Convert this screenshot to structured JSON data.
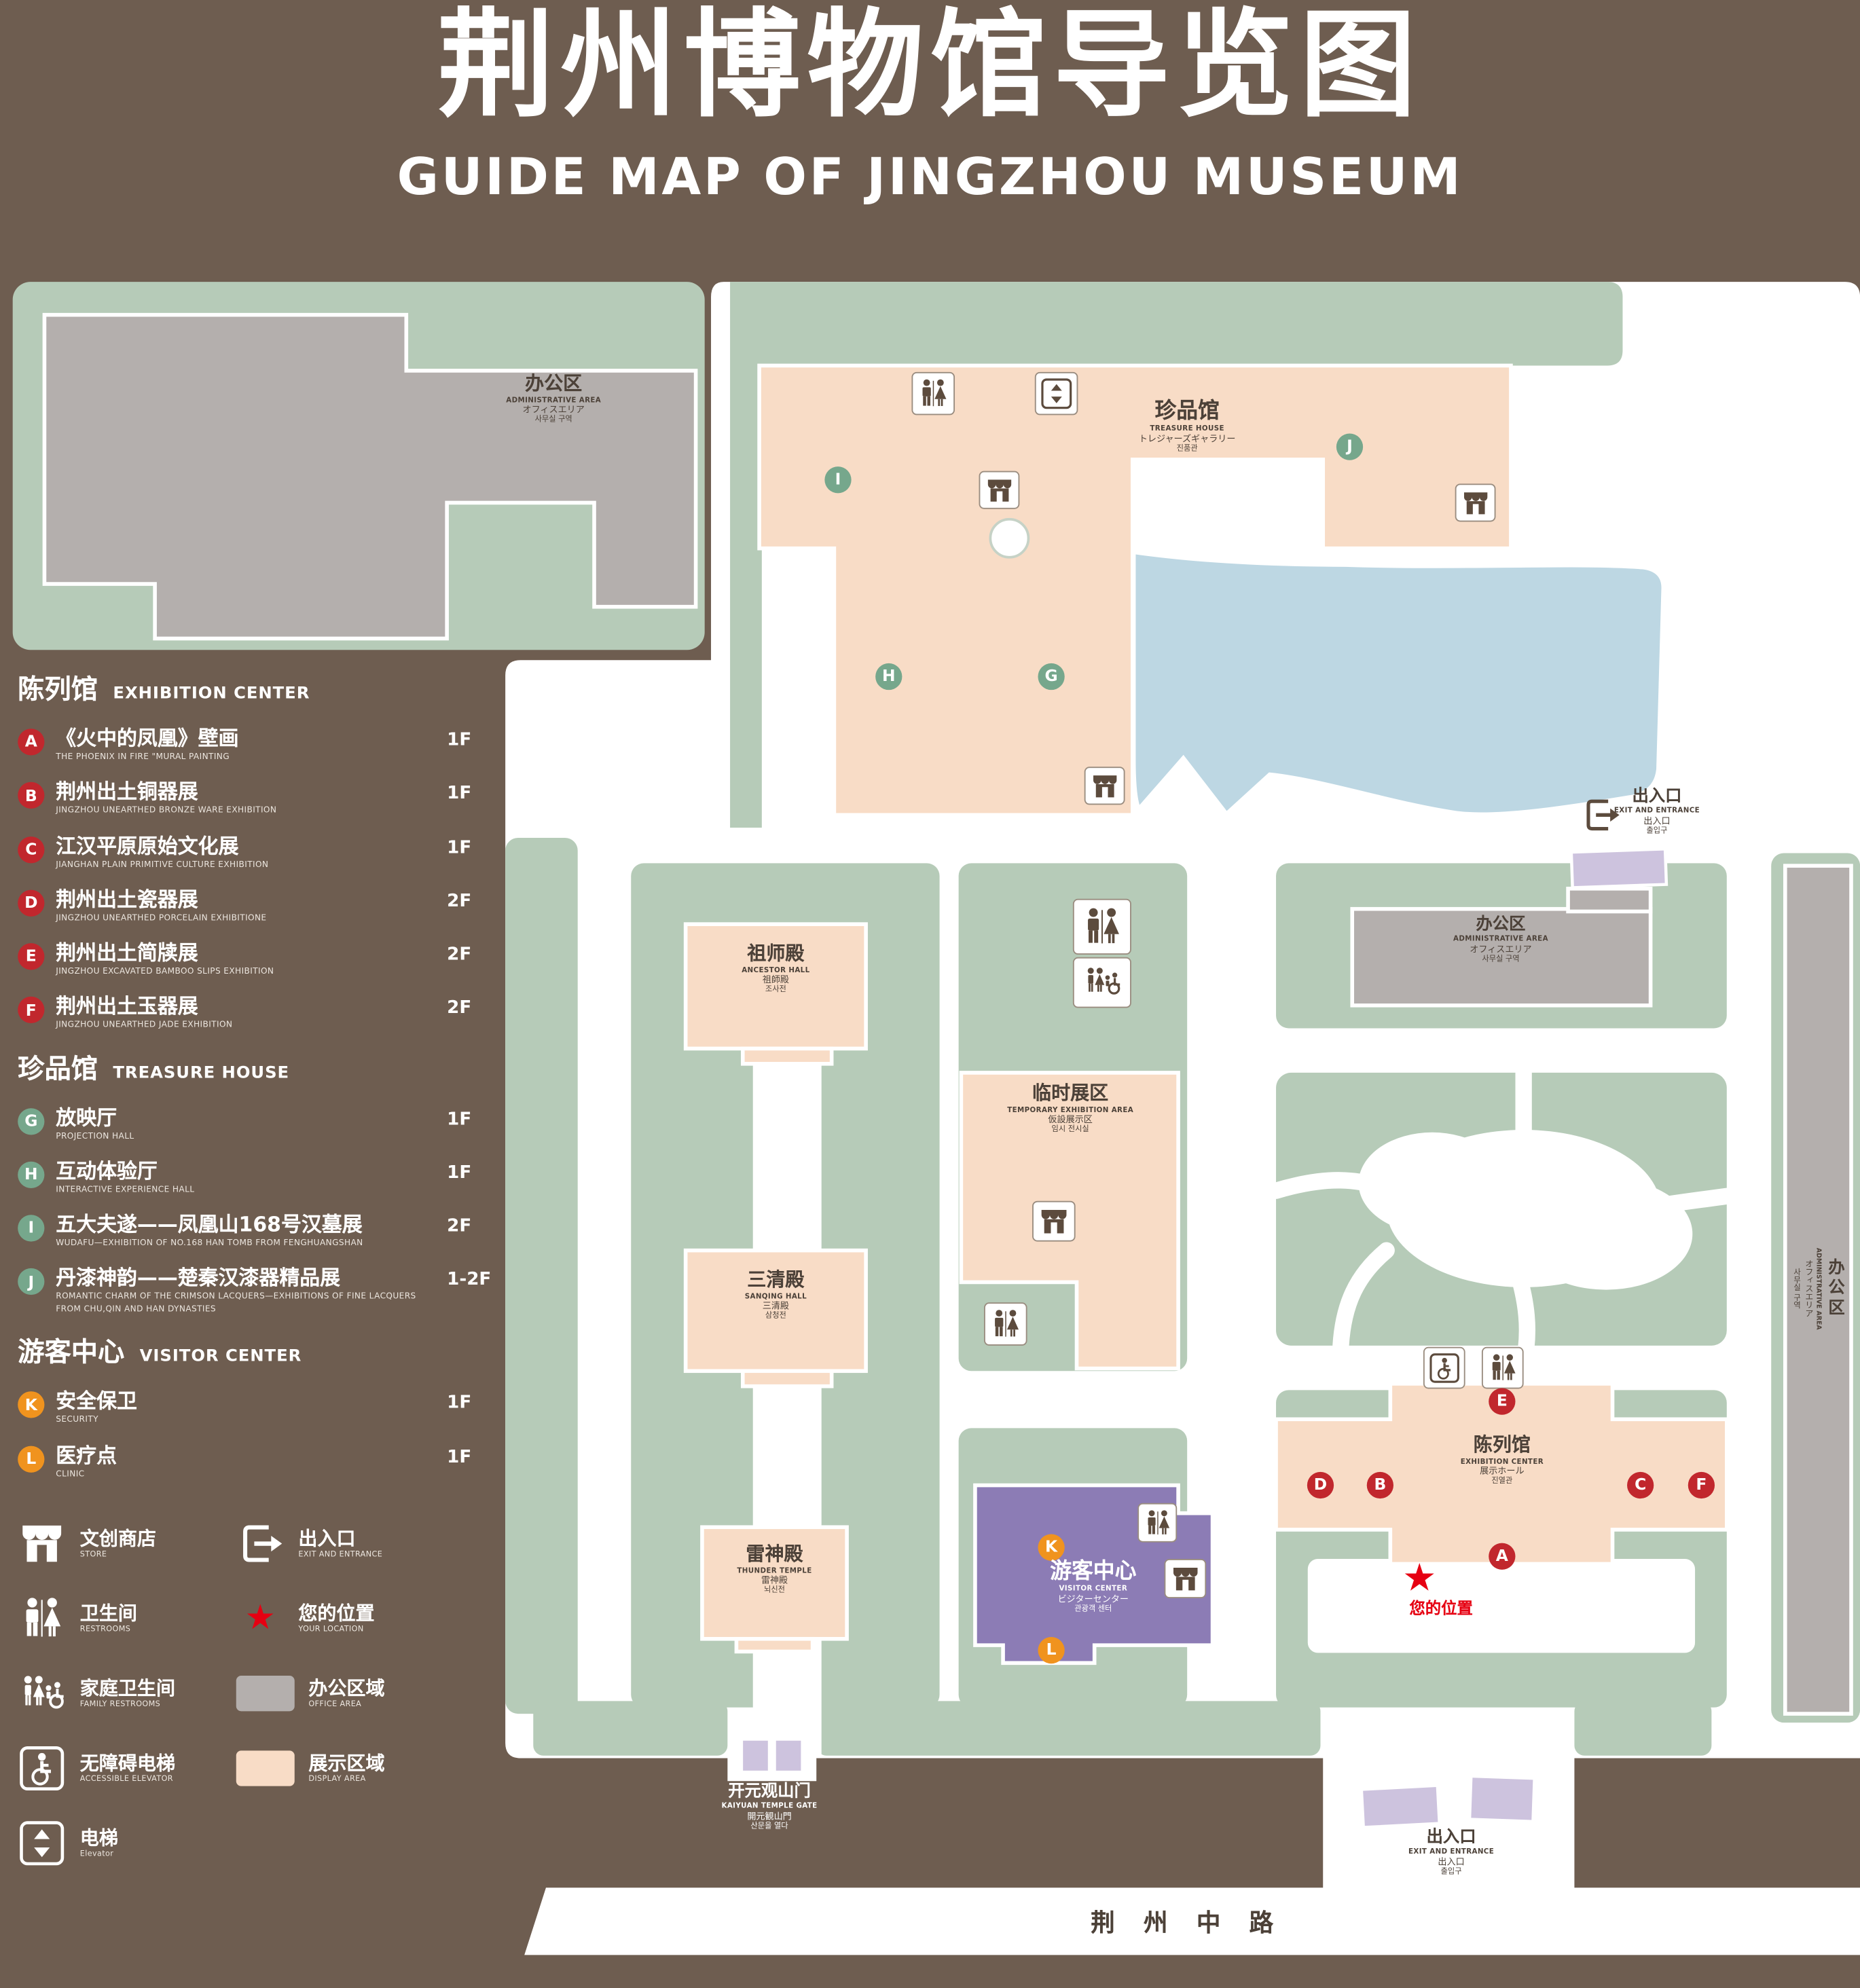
{
  "header": {
    "title": "荆州博物馆导览图",
    "subtitle": "GUIDE MAP OF JINGZHOU MUSEUM"
  },
  "colors": {
    "background": "#6e5d50",
    "lawn": "#b6cbb8",
    "display_area": "#f8dcc6",
    "office_area": "#b4afad",
    "lake": "#bdd7e3",
    "visitor_center": "#8c7cb5",
    "gate_lavender": "#cdc3de",
    "marker_red": "#c1272d",
    "marker_green": "#76a78c",
    "marker_orange": "#f0931e",
    "location_red": "#e60012",
    "label_dark": "#4c4138"
  },
  "icons": {
    "star": "★"
  },
  "legend": {
    "sections": [
      {
        "zh": "陈列馆",
        "en": "EXHIBITION CENTER",
        "items": [
          {
            "letter": "A",
            "zh": "《火中的凤凰》壁画",
            "en": "THE PHOENIX IN FIRE \"MURAL PAINTING",
            "floor": "1F"
          },
          {
            "letter": "B",
            "zh": "荆州出土铜器展",
            "en": "JINGZHOU UNEARTHED BRONZE WARE EXHIBITION",
            "floor": "1F"
          },
          {
            "letter": "C",
            "zh": "江汉平原原始文化展",
            "en": "JIANGHAN PLAIN PRIMITIVE CULTURE EXHIBITION",
            "floor": "1F"
          },
          {
            "letter": "D",
            "zh": "荆州出土瓷器展",
            "en": "JINGZHOU UNEARTHED PORCELAIN EXHIBITIONE",
            "floor": "2F"
          },
          {
            "letter": "E",
            "zh": "荆州出土简牍展",
            "en": "JINGZHOU EXCAVATED BAMBOO SLIPS EXHIBITION",
            "floor": "2F"
          },
          {
            "letter": "F",
            "zh": "荆州出土玉器展",
            "en": "JINGZHOU UNEARTHED JADE EXHIBITION",
            "floor": "2F"
          }
        ]
      },
      {
        "zh": "珍品馆",
        "en": "TREASURE HOUSE",
        "items": [
          {
            "letter": "G",
            "zh": "放映厅",
            "en": "PROJECTION HALL",
            "floor": "1F"
          },
          {
            "letter": "H",
            "zh": "互动体验厅",
            "en": "INTERACTIVE EXPERIENCE HALL",
            "floor": "1F"
          },
          {
            "letter": "I",
            "zh": "五大夫遂——凤凰山168号汉墓展",
            "en": "WUDAFU—EXHIBITION OF NO.168 HAN TOMB FROM FENGHUANGSHAN",
            "floor": "2F"
          },
          {
            "letter": "J",
            "zh": "丹漆神韵——楚秦汉漆器精品展",
            "en": "ROMANTIC CHARM OF THE CRIMSON LACQUERS—EXHIBITIONS OF FINE LACQUERS FROM CHU,QIN AND HAN DYNASTIES",
            "floor": "1-2F"
          }
        ]
      },
      {
        "zh": "游客中心",
        "en": "VISITOR CENTER",
        "items": [
          {
            "letter": "K",
            "zh": "安全保卫",
            "en": "SECURITY",
            "floor": "1F"
          },
          {
            "letter": "L",
            "zh": "医疗点",
            "en": "CLINIC",
            "floor": "1F"
          }
        ]
      }
    ],
    "symbols": {
      "store": {
        "zh": "文创商店",
        "en": "STORE"
      },
      "exit": {
        "zh": "出入口",
        "en": "EXIT AND ENTRANCE"
      },
      "restroom": {
        "zh": "卫生间",
        "en": "RESTROOMS"
      },
      "location": {
        "zh": "您的位置",
        "en": "YOUR LOCATION"
      },
      "family_restroom": {
        "zh": "家庭卫生间",
        "en": "FAMILY RESTROOMS"
      },
      "office": {
        "zh": "办公区域",
        "en": "OFFICE AREA"
      },
      "accessible_elevator": {
        "zh": "无障碍电梯",
        "en": "ACCESSIBLE ELEVATOR"
      },
      "display": {
        "zh": "展示区域",
        "en": "DISPLAY AREA"
      },
      "elevator": {
        "zh": "电梯",
        "en": "Elevator"
      }
    }
  },
  "map": {
    "labels": {
      "admin_nw": {
        "zh": "办公区",
        "en": "ADMINISTRATIVE AREA",
        "ja": "オフィスエリア",
        "ko": "사무실 구역"
      },
      "treasure": {
        "zh": "珍品馆",
        "en": "TREASURE HOUSE",
        "ja": "トレジャーズギャラリー",
        "ko": "진품관"
      },
      "exit_ne": {
        "zh": "出入口",
        "en": "EXIT AND ENTRANCE",
        "ja": "出入口",
        "ko": "출입구"
      },
      "admin_mid": {
        "zh": "办公区",
        "en": "ADMINISTRATIVE AREA",
        "ja": "オフィスエリア",
        "ko": "사무실 구역"
      },
      "admin_east": {
        "zh": "办公区",
        "en": "ADMINISTRATIVE AREA",
        "ja": "オフィスエリア",
        "ko": "사무실 구역"
      },
      "ancestor": {
        "zh": "祖师殿",
        "en": "ANCESTOR HALL",
        "ja": "祖師殿",
        "ko": "조사전"
      },
      "temporary": {
        "zh": "临时展区",
        "en": "TEMPORARY EXHIBITION AREA",
        "ja": "仮設展示区",
        "ko": "임시 전시실"
      },
      "sanqing": {
        "zh": "三清殿",
        "en": "SANQING HALL",
        "ja": "三清殿",
        "ko": "삼청전"
      },
      "thunder": {
        "zh": "雷神殿",
        "en": "THUNDER TEMPLE",
        "ja": "雷神殿",
        "ko": "뇌신전"
      },
      "visitor": {
        "zh": "游客中心",
        "en": "VISITOR CENTER",
        "ja": "ビジターセンター",
        "ko": "관광객 센터"
      },
      "exhibition": {
        "zh": "陈列馆",
        "en": "EXHIBITION CENTER",
        "ja": "展示ホール",
        "ko": "진열관"
      },
      "your_location": {
        "zh": "您的位置"
      },
      "gate": {
        "zh": "开元观山门",
        "en": "KAIYUAN TEMPLE GATE",
        "ja": "開元観山門",
        "ko": "산문을 열다"
      },
      "exit_s": {
        "zh": "出入口",
        "en": "EXIT AND ENTRANCE",
        "ja": "出入口",
        "ko": "출입구"
      },
      "road": {
        "zh": "荆 州 中 路"
      }
    },
    "markers": {
      "a": "A",
      "b": "B",
      "c": "C",
      "d": "D",
      "e": "E",
      "f": "F",
      "g": "G",
      "h": "H",
      "i": "I",
      "j": "J",
      "k": "K",
      "l": "L"
    }
  }
}
